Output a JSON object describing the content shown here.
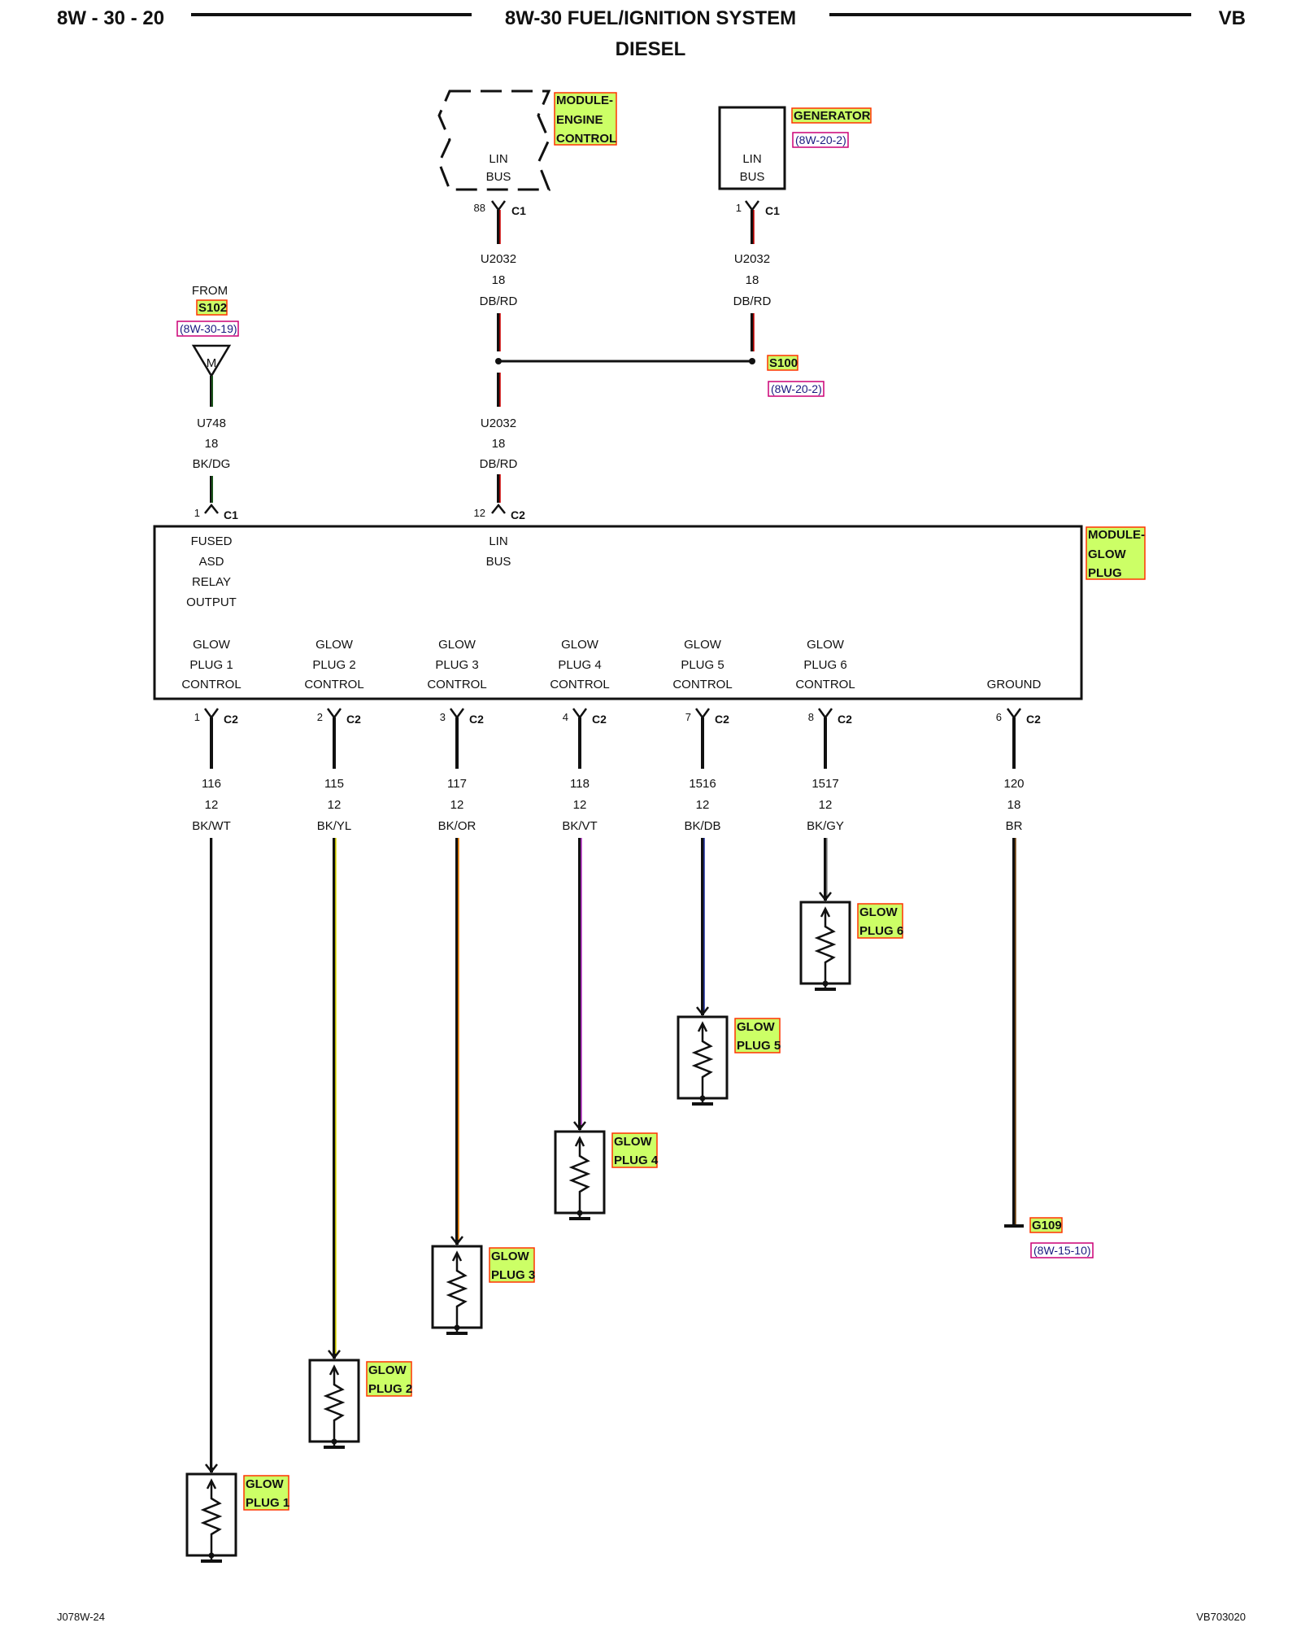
{
  "header": {
    "page_id": "8W - 30 - 20",
    "title": "8W-30 FUEL/IGNITION SYSTEM",
    "subtitle": "DIESEL",
    "vehicle": "VB"
  },
  "footer": {
    "left": "J078W-24",
    "right": "VB703020"
  },
  "colors": {
    "highlight_fill": "#ccff66",
    "highlight_border": "#ff3300",
    "ref_border": "#cc0077"
  },
  "ecm": {
    "name_lines": [
      "MODULE-",
      "ENGINE",
      "CONTROL"
    ],
    "bus_lines": [
      "LIN",
      "BUS"
    ],
    "pin": "88",
    "connector": "C1",
    "circuit": "U2032",
    "gauge": "18",
    "color": "DB/RD"
  },
  "generator": {
    "name": "GENERATOR",
    "ref": "(8W-20-2)",
    "bus_lines": [
      "LIN",
      "BUS"
    ],
    "pin": "1",
    "connector": "C1",
    "circuit": "U2032",
    "gauge": "18",
    "color": "DB/RD"
  },
  "splice_s100": {
    "name": "S100",
    "ref": "(8W-20-2)"
  },
  "from_s102": {
    "from_label": "FROM",
    "name": "S102",
    "ref": "(8W-30-19)",
    "symbol": "M",
    "circuit": "U748",
    "gauge": "18",
    "color": "BK/DG"
  },
  "lin_to_module": {
    "circuit": "U2032",
    "gauge": "18",
    "color": "DB/RD"
  },
  "glow_module": {
    "name_lines": [
      "MODULE-",
      "GLOW",
      "PLUG"
    ],
    "input_asd": {
      "pin": "1",
      "connector": "C1",
      "lines": [
        "FUSED",
        "ASD",
        "RELAY",
        "OUTPUT"
      ]
    },
    "input_lin": {
      "pin": "12",
      "connector": "C2",
      "lines": [
        "LIN",
        "BUS"
      ]
    },
    "outputs": [
      {
        "pin": "1",
        "connector": "C2",
        "lines": [
          "GLOW",
          "PLUG 1",
          "CONTROL"
        ],
        "circuit": "116",
        "gauge": "12",
        "color": "BK/WT",
        "plug_lines": [
          "GLOW",
          "PLUG 1"
        ]
      },
      {
        "pin": "2",
        "connector": "C2",
        "lines": [
          "GLOW",
          "PLUG 2",
          "CONTROL"
        ],
        "circuit": "115",
        "gauge": "12",
        "color": "BK/YL",
        "plug_lines": [
          "GLOW",
          "PLUG 2"
        ]
      },
      {
        "pin": "3",
        "connector": "C2",
        "lines": [
          "GLOW",
          "PLUG 3",
          "CONTROL"
        ],
        "circuit": "117",
        "gauge": "12",
        "color": "BK/OR",
        "plug_lines": [
          "GLOW",
          "PLUG 3"
        ]
      },
      {
        "pin": "4",
        "connector": "C2",
        "lines": [
          "GLOW",
          "PLUG 4",
          "CONTROL"
        ],
        "circuit": "118",
        "gauge": "12",
        "color": "BK/VT",
        "plug_lines": [
          "GLOW",
          "PLUG 4"
        ]
      },
      {
        "pin": "7",
        "connector": "C2",
        "lines": [
          "GLOW",
          "PLUG 5",
          "CONTROL"
        ],
        "circuit": "1516",
        "gauge": "12",
        "color": "BK/DB",
        "plug_lines": [
          "GLOW",
          "PLUG 5"
        ]
      },
      {
        "pin": "8",
        "connector": "C2",
        "lines": [
          "GLOW",
          "PLUG 6",
          "CONTROL"
        ],
        "circuit": "1517",
        "gauge": "12",
        "color": "BK/GY",
        "plug_lines": [
          "GLOW",
          "PLUG 6"
        ]
      }
    ],
    "ground": {
      "pin": "6",
      "connector": "C2",
      "label": "GROUND",
      "circuit": "120",
      "gauge": "18",
      "color": "BR",
      "ground_name": "G109",
      "ground_ref": "(8W-15-10)"
    }
  }
}
